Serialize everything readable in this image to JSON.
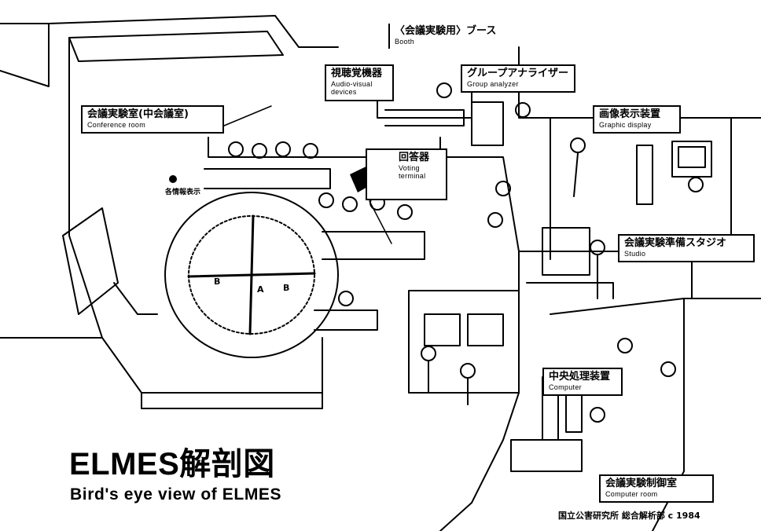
{
  "title": "ELMES解剖図",
  "subtitle": "Bird's eye view of ELMES",
  "credit": "国立公害研究所 総合解析部 c 1984",
  "info_label": "各情報表示",
  "seat_letters": [
    "B",
    "A",
    "B"
  ],
  "labels": {
    "booth": {
      "jp": "〈会議実験用〉ブース",
      "en": "Booth"
    },
    "group_analyzer": {
      "jp": "グループアナライザー",
      "en": "Group analyzer"
    },
    "audio_visual": {
      "jp": "視聴覚機器",
      "en": "Audio-visual",
      "en2": "devices"
    },
    "conference_room": {
      "jp": "会議実験室(中会議室)",
      "en": "Conference room"
    },
    "graphic_display": {
      "jp": "画像表示装置",
      "en": "Graphic display"
    },
    "voting_terminal": {
      "jp": "回答器",
      "en": "Voting",
      "en2": "terminal"
    },
    "studio": {
      "jp": "会議実験準備スタジオ",
      "en": "Studio"
    },
    "computer": {
      "jp": "中央処理装置",
      "en": "Computer"
    },
    "computer_room": {
      "jp": "会議実験制御室",
      "en": "Computer room"
    }
  },
  "colors": {
    "ink": "#000000",
    "paper": "#ffffff",
    "hatch": "#555555"
  }
}
